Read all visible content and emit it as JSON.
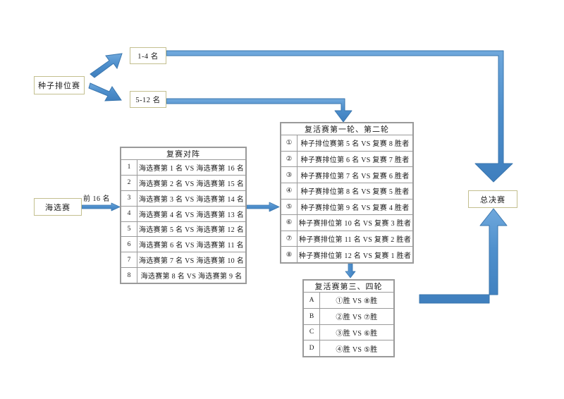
{
  "colors": {
    "arrow_fill": "#4e8fcc",
    "arrow_stroke": "#3a76ae",
    "box_border": "#c3bf8f",
    "table_border": "#9a9a9a",
    "background": "#ffffff"
  },
  "nodes": {
    "seed_ranking": "种子排位赛",
    "rank_1_4": "1-4 名",
    "rank_5_12": "5-12 名",
    "qualifier": "海选赛",
    "grand_final": "总决赛"
  },
  "labels": {
    "top16": "前 16 名"
  },
  "repechage_table": {
    "title": "复赛对阵",
    "rows": [
      {
        "index": "1",
        "text": "海选赛第 1 名 VS 海选赛第 16 名"
      },
      {
        "index": "2",
        "text": "海选赛第 2 名 VS 海选赛第 15 名"
      },
      {
        "index": "3",
        "text": "海选赛第 3 名 VS 海选赛第 14 名"
      },
      {
        "index": "4",
        "text": "海选赛第 4 名 VS 海选赛第 13 名"
      },
      {
        "index": "5",
        "text": "海选赛第 5 名 VS 海选赛第 12 名"
      },
      {
        "index": "6",
        "text": "海选赛第 6 名 VS 海选赛第 11 名"
      },
      {
        "index": "7",
        "text": "海选赛第 7 名 VS 海选赛第 10 名"
      },
      {
        "index": "8",
        "text": "海选赛第 8 名 VS 海选赛第 9 名"
      }
    ]
  },
  "revival_round12_table": {
    "title": "复活赛第一轮、第二轮",
    "rows": [
      {
        "index": "①",
        "text": "种子排位赛第 5 名 VS 复赛 8 胜者"
      },
      {
        "index": "②",
        "text": "种子赛排位第 6 名 VS 复赛 7 胜者"
      },
      {
        "index": "③",
        "text": "种子赛排位第 7 名 VS 复赛 6 胜者"
      },
      {
        "index": "④",
        "text": "种子赛排位第 8 名 VS 复赛 5 胜者"
      },
      {
        "index": "⑤",
        "text": "种子赛排位第 9 名 VS 复赛 4 胜者"
      },
      {
        "index": "⑥",
        "text": "种子赛排位第 10 名 VS 复赛 3 胜者"
      },
      {
        "index": "⑦",
        "text": "种子赛排位第 11 名 VS 复赛 2 胜者"
      },
      {
        "index": "⑧",
        "text": "种子赛排位第 12 名 VS 复赛 1 胜者"
      }
    ]
  },
  "revival_round34_table": {
    "title": "复活赛第三、四轮",
    "rows": [
      {
        "index": "A",
        "text": "①胜 VS ⑧胜"
      },
      {
        "index": "B",
        "text": "②胜 VS ⑦胜"
      },
      {
        "index": "C",
        "text": "③胜 VS ⑥胜"
      },
      {
        "index": "D",
        "text": "④胜 VS ⑤胜"
      }
    ]
  },
  "connectors": [
    {
      "name": "seed-to-rank1-4",
      "kind": "diagonal-arrow-up"
    },
    {
      "name": "seed-to-rank5-12",
      "kind": "diagonal-arrow-down"
    },
    {
      "name": "rank1-4-to-final",
      "kind": "elbow-right-down"
    },
    {
      "name": "rank5-12-to-revival12",
      "kind": "elbow-right-down"
    },
    {
      "name": "qualifier-to-repechage",
      "kind": "straight-right"
    },
    {
      "name": "repechage-to-revival12",
      "kind": "straight-right"
    },
    {
      "name": "revival12-to-revival34",
      "kind": "straight-down"
    },
    {
      "name": "revival34-to-final",
      "kind": "elbow-right-up"
    }
  ]
}
